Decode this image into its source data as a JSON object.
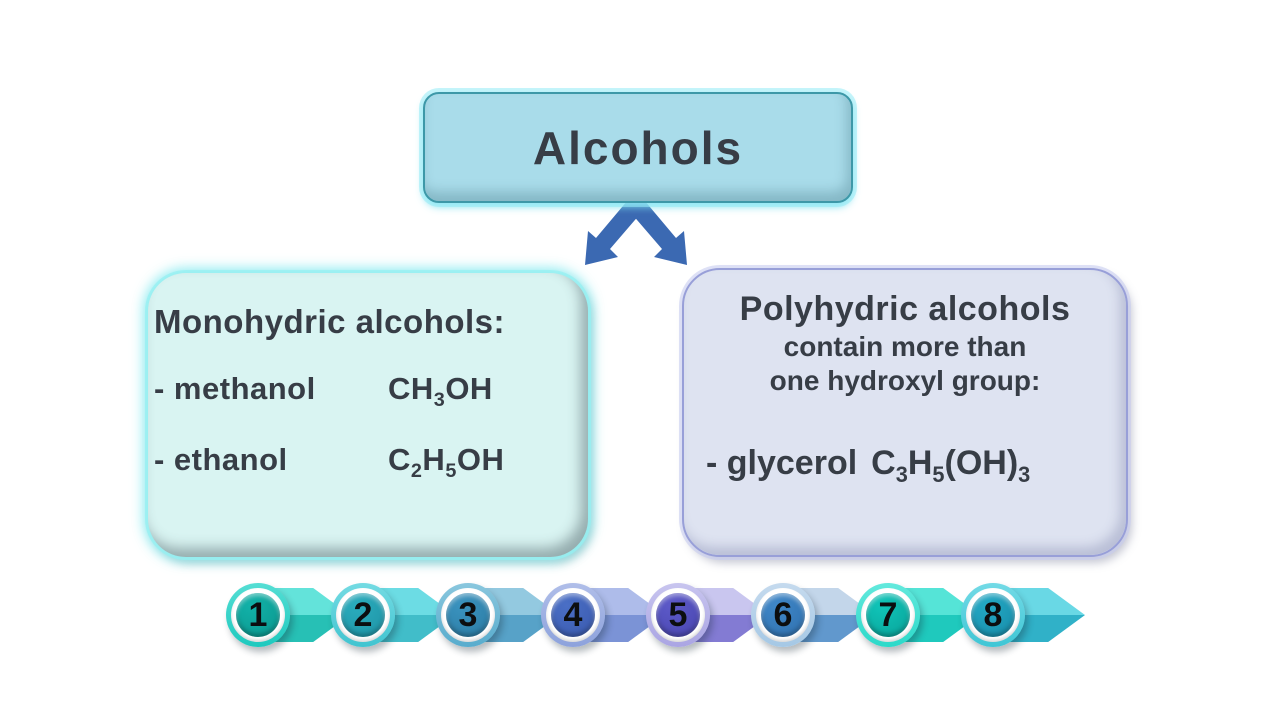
{
  "title_box": {
    "text": "Alcohols"
  },
  "colors": {
    "text_dark": "#373d46",
    "arrow": "#3b69b2",
    "title_box_fill": "#a9dcea",
    "title_box_border": "#3d98a8",
    "left_box_fill": "#d9f4f2",
    "right_box_fill": "#dee3f1",
    "right_box_border": "#989fd8"
  },
  "left_box": {
    "heading": "Monohydric alcohols:",
    "items": [
      {
        "label": "- methanol",
        "formula": [
          [
            "n",
            "CH"
          ],
          [
            "s",
            "3"
          ],
          [
            "n",
            "OH"
          ]
        ]
      },
      {
        "label": "- ethanol",
        "formula": [
          [
            "n",
            "C"
          ],
          [
            "s",
            "2"
          ],
          [
            "n",
            "H"
          ],
          [
            "s",
            "5"
          ],
          [
            "n",
            "OH"
          ]
        ]
      }
    ]
  },
  "right_box": {
    "heading": "Polyhydric alcohols",
    "subheading_lines": [
      "contain more than",
      "one hydroxyl group:"
    ],
    "item": {
      "label": "- glycerol",
      "formula": [
        [
          "n",
          "C"
        ],
        [
          "s",
          "3"
        ],
        [
          "n",
          "H"
        ],
        [
          "s",
          "5"
        ],
        [
          "n",
          "(OH)"
        ],
        [
          "s",
          "3"
        ]
      ]
    }
  },
  "nav": {
    "items": [
      {
        "number": "1",
        "ring": "#1ec9be",
        "ring_light": "#55ded4",
        "inner": "#12b2a9",
        "inner_dark": "#0b968d",
        "arrow_light": "#63e3da",
        "arrow_dark": "#27c0b5"
      },
      {
        "number": "2",
        "ring": "#41c4d0",
        "ring_light": "#74dbe3",
        "inner": "#2aacbd",
        "inner_dark": "#1f93a5",
        "arrow_light": "#6cdce4",
        "arrow_dark": "#41bdc9"
      },
      {
        "number": "3",
        "ring": "#58accd",
        "ring_light": "#8ac7de",
        "inner": "#3a93bf",
        "inner_dark": "#2c7ba3",
        "arrow_light": "#93c9e0",
        "arrow_dark": "#57a2c8"
      },
      {
        "number": "4",
        "ring": "#8da2dc",
        "ring_light": "#b0bee9",
        "inner": "#4a6fc6",
        "inner_dark": "#3a59ad",
        "arrow_light": "#aebcea",
        "arrow_dark": "#7b93d6"
      },
      {
        "number": "5",
        "ring": "#aaa5e3",
        "ring_light": "#c8c5ef",
        "inner": "#5d5ac9",
        "inner_dark": "#4845ae",
        "arrow_light": "#c9c6ef",
        "arrow_dark": "#837bd3"
      },
      {
        "number": "6",
        "ring": "#a5c8e5",
        "ring_light": "#c5daee",
        "inner": "#3f87c8",
        "inner_dark": "#3070ae",
        "arrow_light": "#c3d6ea",
        "arrow_dark": "#6198cd"
      },
      {
        "number": "7",
        "ring": "#2cd9c9",
        "ring_light": "#63e9dd",
        "inner": "#10c5b9",
        "inner_dark": "#09a298",
        "arrow_light": "#55e4d7",
        "arrow_dark": "#1fc9bd"
      },
      {
        "number": "8",
        "ring": "#3fc6d5",
        "ring_light": "#73dae6",
        "inner": "#23a9c5",
        "inner_dark": "#188ba8",
        "arrow_light": "#69d8e5",
        "arrow_dark": "#30b1c8"
      }
    ]
  }
}
